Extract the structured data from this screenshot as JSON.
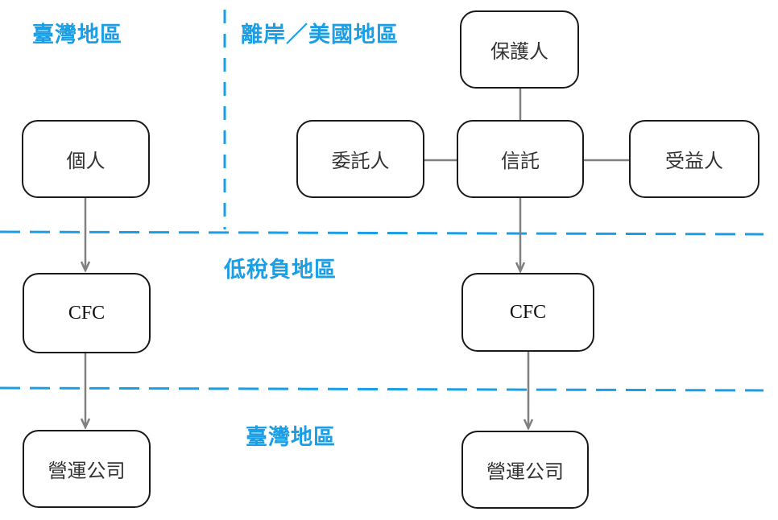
{
  "colors": {
    "region_label": "#1a9ee6",
    "divider": "#1a9ee6",
    "connector": "#808080",
    "box_border": "#1a1a1a"
  },
  "regions": {
    "taiwan_top": "臺灣地區",
    "offshore_us": "離岸／美國地區",
    "low_tax": "低稅負地區",
    "taiwan_bottom": "臺灣地區"
  },
  "left_chain": {
    "individual": "個人",
    "cfc": "CFC",
    "operating_company": "營運公司"
  },
  "right_chain": {
    "protector": "保護人",
    "settlor": "委託人",
    "trust": "信託",
    "beneficiary": "受益人",
    "cfc": "CFC",
    "operating_company": "營運公司"
  }
}
